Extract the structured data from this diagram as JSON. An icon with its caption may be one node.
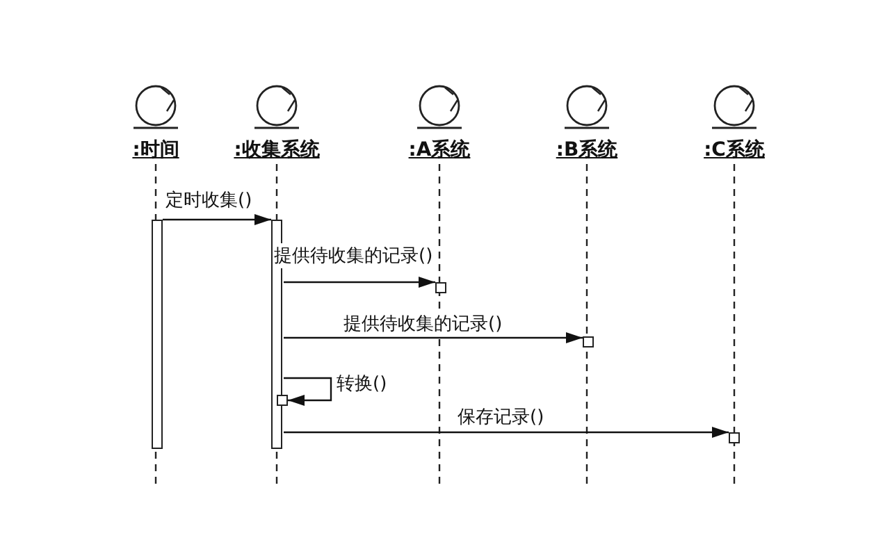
{
  "diagram": {
    "nodes": [
      {
        "text": [
          ":时间"
        ]
      },
      {
        "text": [
          ":收集系统"
        ]
      },
      {
        "text": [
          ":A系统"
        ]
      },
      {
        "text": [
          ":B系统"
        ]
      },
      {
        "text": [
          ":C系统"
        ]
      },
      {
        "text": [],
        "shape": "bar"
      },
      {
        "text": [],
        "shape": "bar"
      },
      {
        "text": [],
        "shape": "box"
      },
      {
        "text": [],
        "shape": "box"
      },
      {
        "text": [],
        "shape": "box"
      },
      {
        "text": [],
        "shape": "box"
      }
    ],
    "edges": [
      {
        "from": 5,
        "to": 6,
        "arrow": "to",
        "label": "定时收集()"
      },
      {
        "from": 6,
        "to": 7,
        "arrow": "to",
        "label": "提供待收集的记录()"
      },
      {
        "from": 6,
        "to": 8,
        "arrow": "to",
        "label": "提供待收集的记录()"
      },
      {
        "from": 6,
        "to": 9,
        "arrow": "to",
        "label": "转换()"
      },
      {
        "from": 6,
        "to": 10,
        "arrow": "to",
        "label": "保存记录()"
      }
    ]
  }
}
